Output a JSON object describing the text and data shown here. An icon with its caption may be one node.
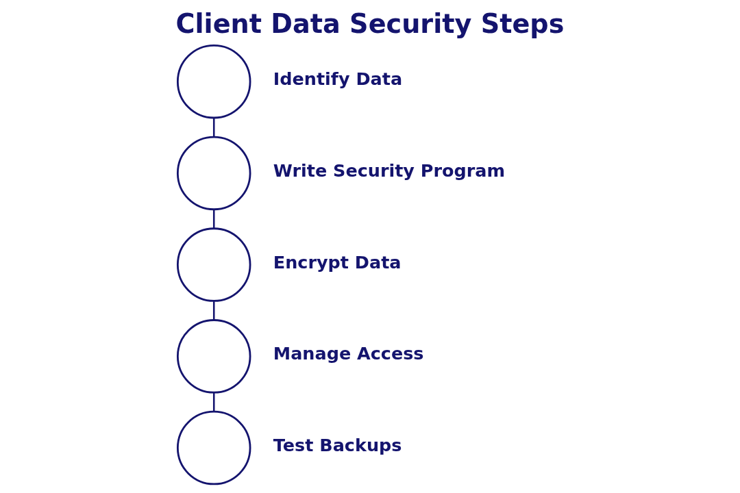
{
  "diagram": {
    "title": "Client Data Security Steps",
    "nodes": [
      {
        "text": [],
        "shape": "circle",
        "beside": [
          "Identify Data"
        ]
      },
      {
        "text": [],
        "shape": "circle",
        "beside": [
          "Write Security Program"
        ]
      },
      {
        "text": [],
        "shape": "circle",
        "beside": [
          "Encrypt Data"
        ]
      },
      {
        "text": [],
        "shape": "circle",
        "beside": [
          "Manage Access"
        ]
      },
      {
        "text": [],
        "shape": "circle",
        "beside": [
          "Test Backups"
        ]
      }
    ],
    "edges": [
      {
        "from": 0,
        "to": 1,
        "arrow": "none"
      },
      {
        "from": 1,
        "to": 2,
        "arrow": "none"
      },
      {
        "from": 2,
        "to": 3,
        "arrow": "none"
      },
      {
        "from": 3,
        "to": 4,
        "arrow": "none"
      }
    ]
  }
}
